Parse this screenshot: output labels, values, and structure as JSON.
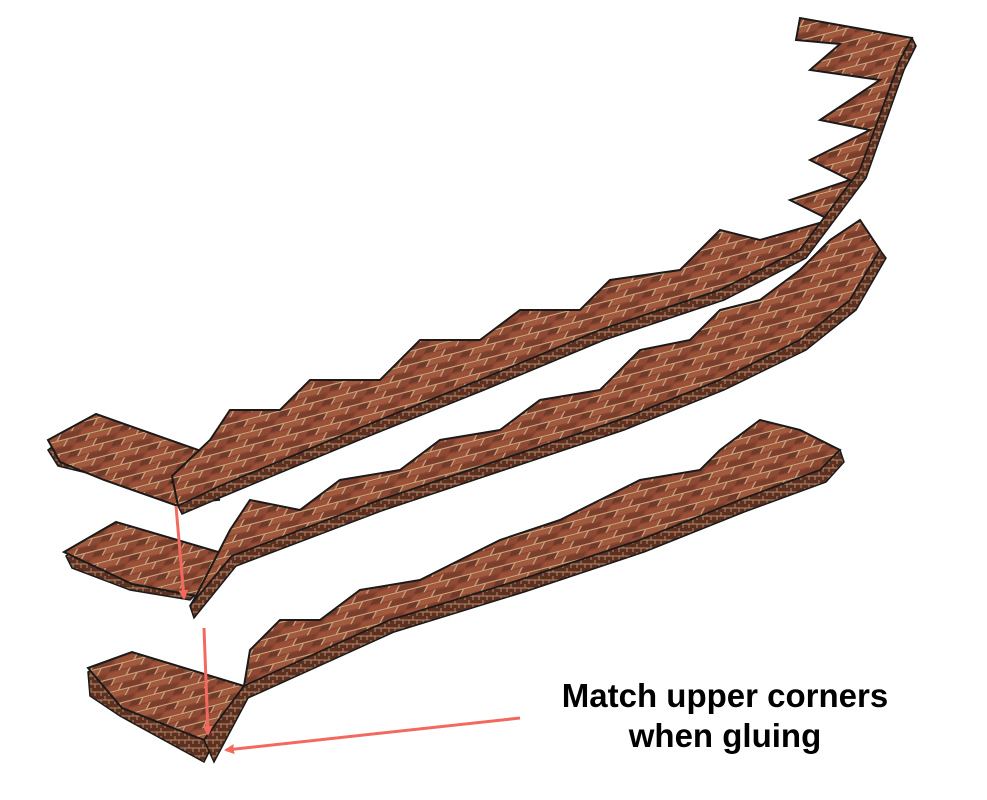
{
  "caption": {
    "line1": "Match upper corners",
    "line2": "when gluing"
  },
  "colors": {
    "arrow": "#f26a5f",
    "brick": "#8a4632",
    "mortar": "#c7a27c",
    "outline": "#1a1a1a",
    "background": "#ffffff"
  },
  "layers": [
    {
      "name": "top-staircase-layer",
      "count": 1
    },
    {
      "name": "middle-staircase-layer",
      "count": 1
    },
    {
      "name": "bottom-staircase-layer",
      "count": 1
    }
  ]
}
